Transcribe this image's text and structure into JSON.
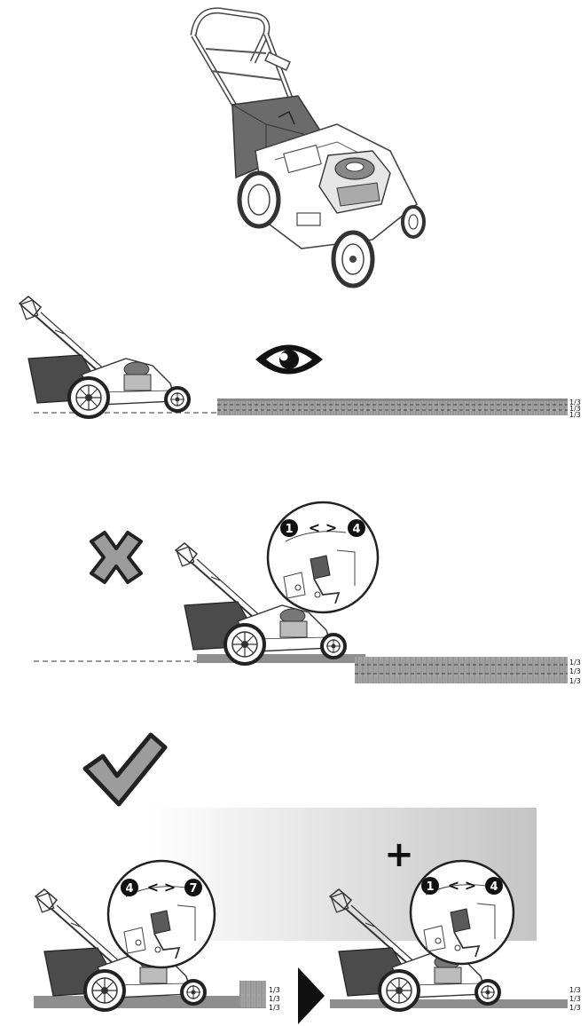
{
  "fractions": {
    "step1": [
      "1/3",
      "1/3",
      "1/3"
    ],
    "step2": [
      "1/3",
      "1/3",
      "1/3"
    ],
    "step3a": [
      "1/3",
      "1/3",
      "1/3"
    ],
    "step3b": [
      "1/3",
      "1/3",
      "1/3"
    ]
  },
  "dial_wrong": {
    "left": "1",
    "op": "<  >",
    "right": "4"
  },
  "dial_right_a": {
    "left": "4",
    "op": "<  >",
    "right": "7"
  },
  "dial_right_b": {
    "left": "1",
    "op": "<  >",
    "right": "4"
  },
  "plus_sign": "+",
  "icons": [
    "lawnmower-icon",
    "eye-icon",
    "cross-icon",
    "check-icon",
    "arrow-right-icon"
  ],
  "colors": {
    "grass": "#9a9a9a",
    "grass_dark": "#6e6e6e",
    "bag": "#4a4a4a",
    "gradient_end": "#c8c8c8"
  }
}
